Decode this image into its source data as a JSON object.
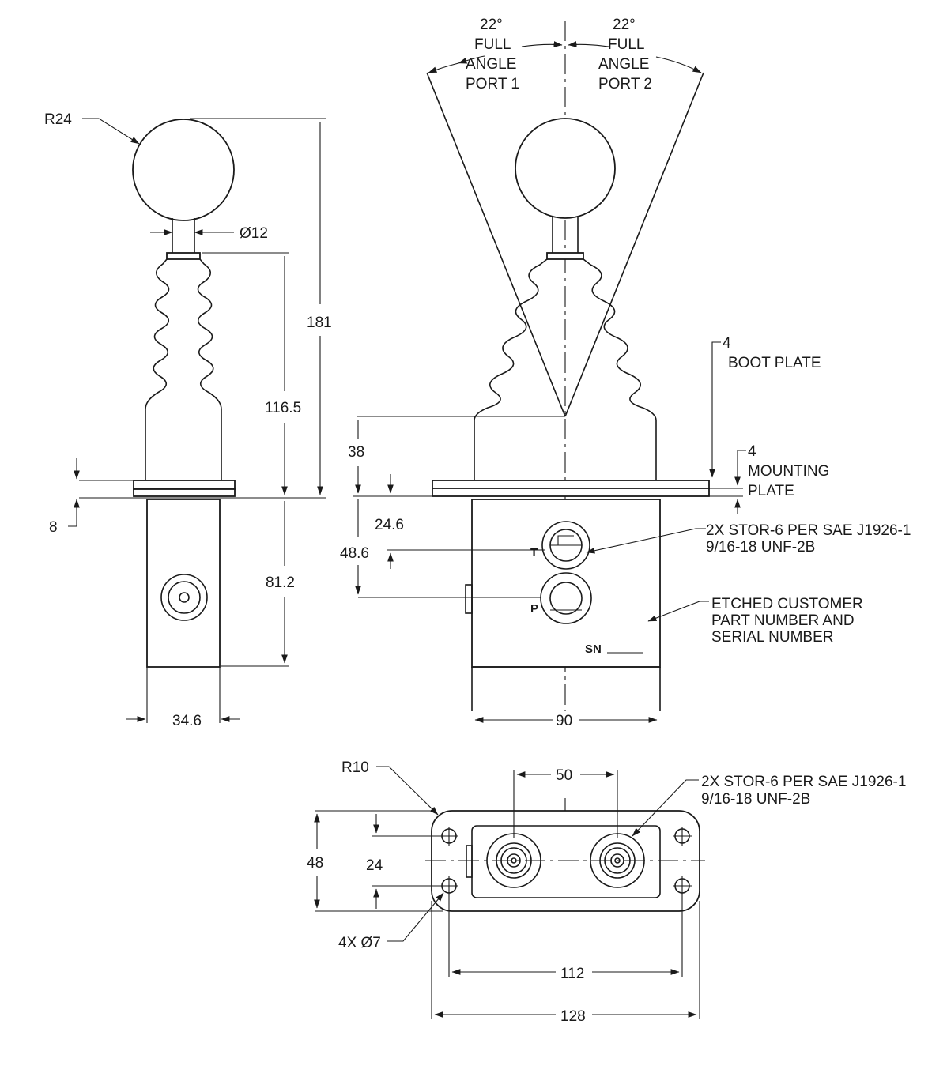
{
  "top_view_labels": {
    "port1": [
      "22°",
      "FULL",
      "ANGLE",
      "PORT 1"
    ],
    "port2": [
      "22°",
      "FULL",
      "ANGLE",
      "PORT 2"
    ]
  },
  "side_view": {
    "radius": "R24",
    "shaft_dia": "Ø12",
    "overall_height": "181",
    "boot_height": "116.5",
    "plate_thickness": "8",
    "body_height": "81.2",
    "body_width": "34.6"
  },
  "front_view": {
    "boot_offset": "38",
    "port_t_offset": "24.6",
    "port_p_offset": "48.6",
    "width": "90",
    "port_t_label": "T",
    "port_p_label": "P",
    "serial_label": "SN",
    "boot_plate": {
      "thickness": "4",
      "name": "BOOT PLATE"
    },
    "mounting_plate": {
      "thickness": "4",
      "name_line1": "MOUNTING",
      "name_line2": "PLATE"
    },
    "port_callout": [
      "2X STOR-6 PER SAE J1926-1",
      "9/16-18 UNF-2B"
    ],
    "etched_callout": [
      "ETCHED CUSTOMER",
      "PART NUMBER AND",
      "SERIAL NUMBER"
    ]
  },
  "bottom_view": {
    "corner_radius": "R10",
    "port_spacing": "50",
    "height": "48",
    "hole_spacing_y": "24",
    "holes": "4X Ø7",
    "hole_spacing_x": "112",
    "overall_width": "128",
    "port_callout": [
      "2X STOR-6 PER SAE J1926-1",
      "9/16-18 UNF-2B"
    ]
  }
}
